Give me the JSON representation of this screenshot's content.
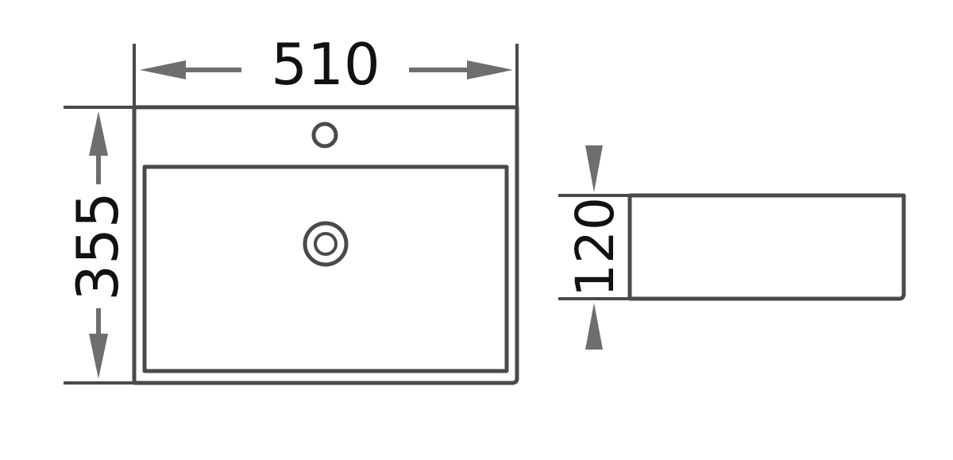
{
  "dimensions": {
    "width": "510",
    "depth": "355",
    "height": "120"
  },
  "colors": {
    "outline": "#4a4a4a",
    "arrow": "#6e6e6e",
    "text": "#111111",
    "background": "#ffffff"
  }
}
